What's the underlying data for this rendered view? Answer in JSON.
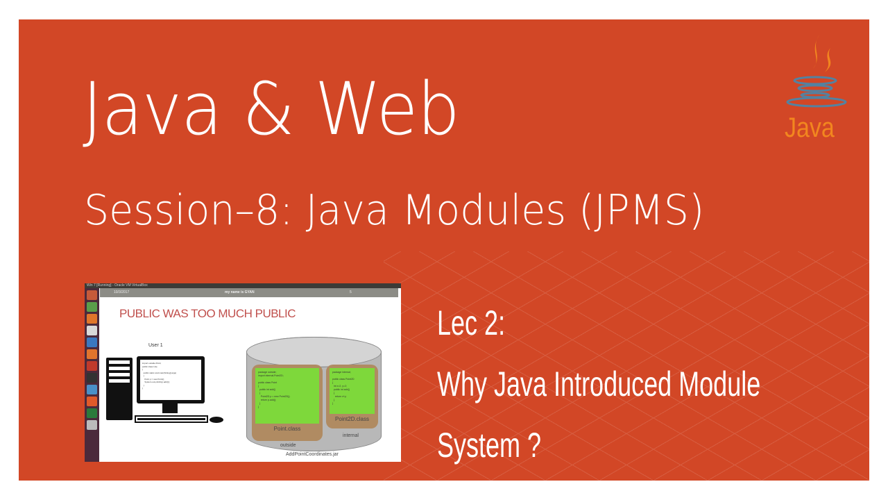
{
  "title": "Java & Web",
  "subtitle": "Session–8: Java Modules (JPMS)",
  "lecture": {
    "number": "Lec 2:",
    "line1": "Why Java Introduced Module",
    "line2": "System ?"
  },
  "logo": {
    "text": "Java"
  },
  "colors": {
    "background": "#d24726",
    "text": "#ffffff",
    "logo_orange": "#f2861f",
    "logo_blue": "#5382a1"
  },
  "embedded_screenshot": {
    "window_title": "Win 7 [Running] - Oracle VM VirtualBox",
    "slide_header_date": "10/3/2017",
    "slide_header_center": "my name is GYAN",
    "slide_number": "5",
    "slide_title": "PUBLIC WAS TOO MUCH PUBLIC",
    "user_label": "User 1",
    "monitor_code": "import outside.Point;\npublic class Use\n{\n  public static void main(String[] args)\n  {\n    Point p = new Point();\n    System.out.println(p.add());\n  }\n}",
    "point_code": "package outside;\nimport internal.Point2D;\n\npublic class Point\n{\n  public int add()\n  {\n    Point2D p = new Point2D();\n    return p.add();\n  }\n}",
    "point_caption": "Point.class",
    "point_package": "outside",
    "point2d_code": "package internal;\n\npublic class Point2D\n{\n  int x=2, y=2;\n  public int add()\n  {\n    return x+y;\n  }\n}",
    "point2d_caption": "Point2D.class",
    "point2d_package": "internal",
    "jar_label": "AddPointCoordinates.jar"
  }
}
